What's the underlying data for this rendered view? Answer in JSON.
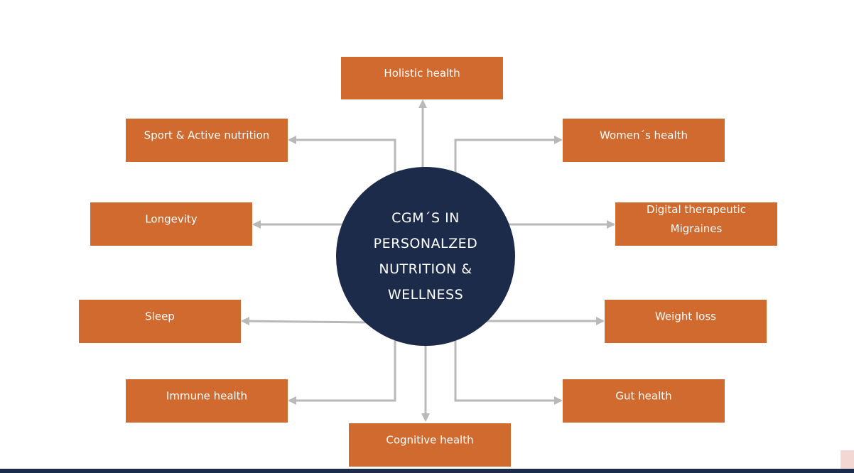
{
  "hub": {
    "lines": [
      "CGM´S IN",
      "PERSONALZED",
      "NUTRITION &",
      "WELLNESS"
    ],
    "color": "#1c2b4a"
  },
  "nodes": [
    {
      "id": "holistic-health",
      "lines": [
        "Holistic health"
      ]
    },
    {
      "id": "sport-active-nutrition",
      "lines": [
        "Sport & Active nutrition"
      ]
    },
    {
      "id": "womens-health",
      "lines": [
        "Women´s health"
      ]
    },
    {
      "id": "longevity",
      "lines": [
        "Longevity"
      ]
    },
    {
      "id": "digital-therapeutic-migraines",
      "lines": [
        "Digital therapeutic",
        "Migraines"
      ]
    },
    {
      "id": "sleep",
      "lines": [
        "Sleep"
      ]
    },
    {
      "id": "weight-loss",
      "lines": [
        "Weight loss"
      ]
    },
    {
      "id": "immune-health",
      "lines": [
        "Immune health"
      ]
    },
    {
      "id": "gut-health",
      "lines": [
        "Gut health"
      ]
    },
    {
      "id": "cognitive-health",
      "lines": [
        "Cognitive health"
      ]
    }
  ],
  "colors": {
    "node_fill": "#d06a2e",
    "connector": "#b9b9b9",
    "footer_bar": "#1c2b4a"
  }
}
